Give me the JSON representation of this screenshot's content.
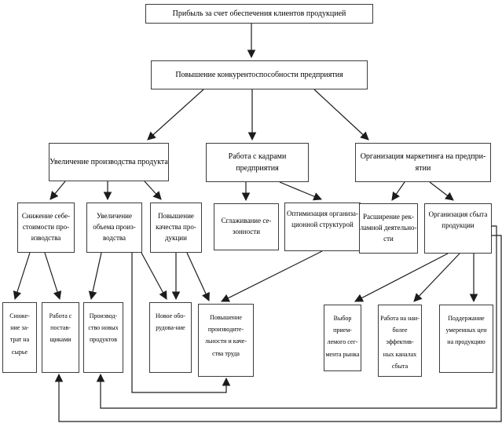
{
  "diagram": {
    "colors": {
      "line": "#1c1c1c",
      "border": "#3c3c3c",
      "background": "#ffffff",
      "text": "#000000"
    },
    "nodes": {
      "profit": {
        "label": "Прибыль за счет обеспечения клиентов продукцией"
      },
      "competitiveness": {
        "label": "Повышение конкурентоспособности предприятия"
      },
      "production_increase": {
        "label": "Увеличение производства продукта"
      },
      "hr_work": {
        "label": "Работа с кадрами предприятия"
      },
      "marketing_org": {
        "label": "Организация маркетинга на предпри-\nятии"
      },
      "cost_reduction": {
        "label": "Снижение себе-\nстоимости про-\nизводства"
      },
      "volume_increase": {
        "label": "Увеличение\nобъема произ-\nводства"
      },
      "quality_improve": {
        "label": "Повышение\nкачества про-\nдукции"
      },
      "seasonality": {
        "label": "Сглаживание се-\nзонности"
      },
      "org_structure": {
        "label": "Оптимизация организа-\nционной структурой"
      },
      "advertising": {
        "label": "Расширение рек-\nламной деятельно-\nсти"
      },
      "sales_org": {
        "label": "Организация сбыта\nпродукции"
      },
      "raw_costs": {
        "label": "Сниже-\nние за-\nтрат на\nсырье"
      },
      "suppliers": {
        "label": "Работа с\nпостав-\nщиками"
      },
      "new_products": {
        "label": "Производ-\nство новых\nпродуктов"
      },
      "new_equipment": {
        "label": "Новое обо-\nрудова-ние"
      },
      "productivity": {
        "label": "Повышение\nпроизводите-\nльности и каче-\nства труда"
      },
      "segment": {
        "label": "Выбор прием-\nлемого сег-\nмента рынка"
      },
      "channels": {
        "label": "Работа на наи-\nболее эффектив-\nных каналах\nсбыта"
      },
      "prices": {
        "label": "Поддержание\nумеренных цен\nна продукцию"
      }
    },
    "edges": [
      {
        "from": "profit",
        "to": "competitiveness"
      },
      {
        "from": "competitiveness",
        "to": "production_increase"
      },
      {
        "from": "competitiveness",
        "to": "hr_work"
      },
      {
        "from": "competitiveness",
        "to": "marketing_org"
      },
      {
        "from": "production_increase",
        "to": "cost_reduction"
      },
      {
        "from": "production_increase",
        "to": "volume_increase"
      },
      {
        "from": "production_increase",
        "to": "quality_improve"
      },
      {
        "from": "hr_work",
        "to": "seasonality"
      },
      {
        "from": "hr_work",
        "to": "org_structure"
      },
      {
        "from": "marketing_org",
        "to": "advertising"
      },
      {
        "from": "marketing_org",
        "to": "sales_org"
      },
      {
        "from": "cost_reduction",
        "to": "raw_costs"
      },
      {
        "from": "cost_reduction",
        "to": "suppliers"
      },
      {
        "from": "volume_increase",
        "to": "new_products"
      },
      {
        "from": "volume_increase",
        "to": "new_equipment"
      },
      {
        "from": "quality_improve",
        "to": "new_equipment"
      },
      {
        "from": "quality_improve",
        "to": "productivity"
      },
      {
        "from": "org_structure",
        "to": "productivity"
      },
      {
        "from": "sales_org",
        "to": "segment"
      },
      {
        "from": "sales_org",
        "to": "channels"
      },
      {
        "from": "sales_org",
        "to": "prices"
      },
      {
        "from": "volume_increase",
        "to": "productivity",
        "type": "feedback"
      },
      {
        "from": "sales_org",
        "to": "new_products",
        "type": "feedback"
      },
      {
        "from": "sales_org",
        "to": "suppliers",
        "type": "feedback"
      }
    ]
  }
}
